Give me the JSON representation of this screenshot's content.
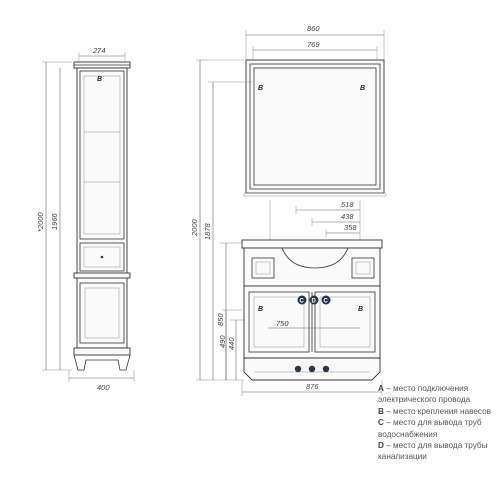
{
  "column": {
    "width_top": "274",
    "height_total": "*2000",
    "height_body": "1966",
    "width_bottom": "400"
  },
  "mirror": {
    "width_outer": "860",
    "width_inner": "769"
  },
  "vanity": {
    "height_mirror_top": "2000",
    "height_mirror_bottom": "1878",
    "dim_518": "518",
    "dim_438": "438",
    "dim_358": "358",
    "height_850": "850",
    "width_750": "750",
    "height_490": "490",
    "height_440": "440",
    "width_bottom": "876"
  },
  "markers": {
    "B": "B",
    "C": "C",
    "D": "D"
  },
  "legend": [
    {
      "key": "A",
      "text": " – место подключения электрического провода"
    },
    {
      "key": "B",
      "text": " – место крепления навесов"
    },
    {
      "key": "C",
      "text": " – место для вывода труб водоснабжения"
    },
    {
      "key": "D",
      "text": " – место для вывода трубы канализации"
    }
  ]
}
